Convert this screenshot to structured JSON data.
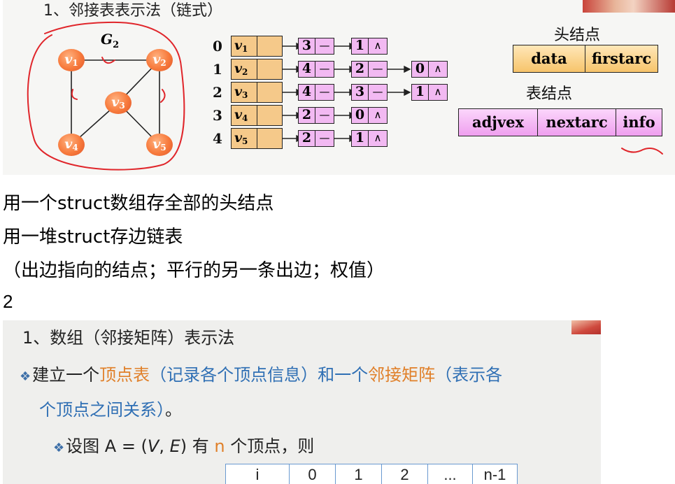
{
  "slide1": {
    "title": "1、邻接表表示法（链式）",
    "graph": {
      "label": "G",
      "label_sub": "2",
      "vertices": [
        {
          "name": "v",
          "sub": "1"
        },
        {
          "name": "v",
          "sub": "2"
        },
        {
          "name": "v",
          "sub": "3"
        },
        {
          "name": "v",
          "sub": "4"
        },
        {
          "name": "v",
          "sub": "5"
        }
      ]
    },
    "adjacency_list": {
      "rows": [
        {
          "index": "0",
          "vertex": "v",
          "sub": "1",
          "nodes": [
            "3",
            "1"
          ]
        },
        {
          "index": "1",
          "vertex": "v",
          "sub": "2",
          "nodes": [
            "4",
            "2",
            "0"
          ]
        },
        {
          "index": "2",
          "vertex": "v",
          "sub": "3",
          "nodes": [
            "4",
            "3",
            "1"
          ]
        },
        {
          "index": "3",
          "vertex": "v",
          "sub": "4",
          "nodes": [
            "2",
            "0"
          ]
        },
        {
          "index": "4",
          "vertex": "v",
          "sub": "5",
          "nodes": [
            "2",
            "1"
          ]
        }
      ],
      "null_symbol": "∧",
      "next_symbol": "—"
    },
    "head_node": {
      "label": "头结点",
      "fields": [
        "data",
        "firstarc"
      ]
    },
    "table_node": {
      "label": "表结点",
      "fields": [
        "adjvex",
        "nextarc",
        "info"
      ]
    },
    "annotation_color": "#e0262b",
    "head_color": "#f5c98a",
    "node_color": "#f2b9f2",
    "vertex_color": "#f77a3c"
  },
  "notes": [
    "用一个struct数组存全部的头结点",
    "用一堆struct存边链表",
    "（出边指向的结点；平行的另一条出边；权值）",
    "2"
  ],
  "slide2": {
    "title": "1、数组（邻接矩阵）表示法",
    "line1": {
      "prefix": "建立一个",
      "vertex_table": "顶点表",
      "mid": "（记录各个顶点信息）和一个",
      "adj_matrix": "邻接矩阵",
      "suffix_part1": "（表示各",
      "suffix_part2": "个顶点之间关系）",
      "end": "。"
    },
    "line2": {
      "prefix": "设图 A = (",
      "V": "V",
      "comma": ", ",
      "E": "E",
      "mid": ") 有 ",
      "n": "n",
      "suffix": " 个顶点，则"
    },
    "table_headers": [
      "i",
      "0",
      "1",
      "2",
      "...",
      "n-1"
    ],
    "accent_blue": "#2f6fb4",
    "accent_orange": "#e0802a"
  }
}
